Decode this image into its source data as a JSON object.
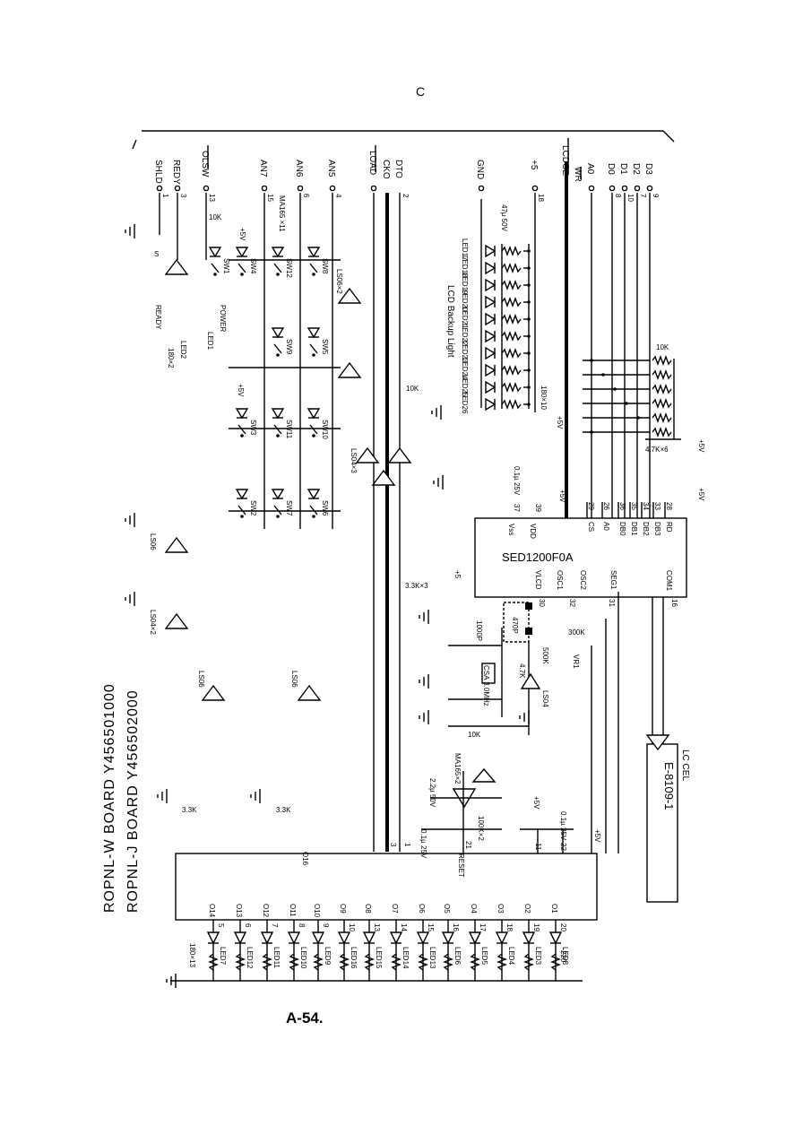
{
  "header": {
    "corner_mark": "C"
  },
  "signals_left": [
    "SHLD",
    "REDY",
    "OLSW",
    "AN7",
    "AN6",
    "AN5",
    "LOAD",
    "CKO",
    "DTO",
    "GND",
    "+5",
    "LCDCE",
    "WR",
    "A0",
    "D0",
    "D1",
    "D2",
    "D3"
  ],
  "pins_left": [
    "1",
    "3",
    "13",
    "15",
    "6",
    "4",
    "2",
    "18",
    "8",
    "10",
    "7",
    "9"
  ],
  "switches": [
    "SW1",
    "SW2",
    "SW3",
    "SW4",
    "SW5",
    "SW6",
    "SW7",
    "SW8",
    "SW9",
    "SW10",
    "SW11",
    "SW12"
  ],
  "leds_backlight": [
    "LED17",
    "LED18",
    "LED19",
    "LED20",
    "LED21",
    "LED22",
    "LED23",
    "LED24",
    "LED25",
    "LED26"
  ],
  "leds_bottom": [
    "LED7",
    "LED12",
    "LED11",
    "LED10",
    "LED9",
    "LED16",
    "LED15",
    "LED14",
    "LED13",
    "LED6",
    "LED5",
    "LED4",
    "LED3",
    "LED8"
  ],
  "outputs_bottom": [
    "O14",
    "O13",
    "O12",
    "O11",
    "O10",
    "O9",
    "O8",
    "O7",
    "O6",
    "O5",
    "O4",
    "O3",
    "O2",
    "O1"
  ],
  "output_pins": [
    "5",
    "6",
    "7",
    "8",
    "9",
    "10",
    "13",
    "14",
    "15",
    "16",
    "17",
    "18",
    "19",
    "20"
  ],
  "labels": {
    "backlight": "LCD Backup Light",
    "r_backlight": "180×10",
    "cap_47": "47µ 50V",
    "ma165_11": "MA165 ×11",
    "ls06x2": "LS06×2",
    "ls04x3": "LS04×3",
    "ls06": "LS06",
    "ls04x2": "LS04×2",
    "r10k": "10K",
    "r10k_b": "10K",
    "r10k_c": "10K",
    "r10k_d": "10K",
    "power": "POWER",
    "ready": "READY",
    "led1": "LED1",
    "led2": "LED2",
    "r180x2": "180×2",
    "plus5v": "+5V",
    "plus5": "+5",
    "r33kx3": "3.3K×3",
    "r47kx6": "4.7K×6",
    "cap01": "0.1µ 25V",
    "cap01b": "0.1µ 25V",
    "cap01c": "0.1µ 25V",
    "r300k": "300K",
    "c1000p": "1000P",
    "r500k": "500K",
    "vr1": "VR1",
    "r47k": "4.7K",
    "ls04": "LS04",
    "cr": "CSA 3.0MHz",
    "c470p": "470P",
    "r33k_a": "3.3K",
    "r33k_b": "3.3K",
    "ma165x2": "MA165×2",
    "cap22": "2.2µ 50V",
    "r100kx2": "100K×2",
    "reset": "RESET",
    "r180x13": "180×13",
    "r220": "220",
    "s": "S",
    "lc_cell": "LC CEL",
    "e8109": "E-8109-1",
    "o16": "O16"
  },
  "ic_main": {
    "name": "SED1200F0A",
    "pins_top": [
      "28",
      "33",
      "34",
      "35",
      "36",
      "26",
      "29"
    ],
    "pins_top_names": [
      "RD",
      "DB3",
      "DB2",
      "DB1",
      "DB0",
      "A0",
      "CS"
    ],
    "pins_left": [
      "37",
      "39"
    ],
    "pins_left_names": [
      "Vss",
      "VDD"
    ],
    "pins_right": [
      "16",
      "31",
      "32",
      "30"
    ],
    "pins_right_names": [
      "COM1",
      "SEG1",
      "OSC2",
      "OSC1",
      "VLCD"
    ]
  },
  "ic_bottom_pins": {
    "vss": "11",
    "vdd": "22",
    "reset_pin": "21",
    "pin_a": "3",
    "pin_b": "1"
  },
  "footer": {
    "page_number": "A-54.",
    "board_w": "ROPNL-W  BOARD  Y456501000",
    "board_j": "ROPNL-J  BOARD  Y456502000"
  }
}
